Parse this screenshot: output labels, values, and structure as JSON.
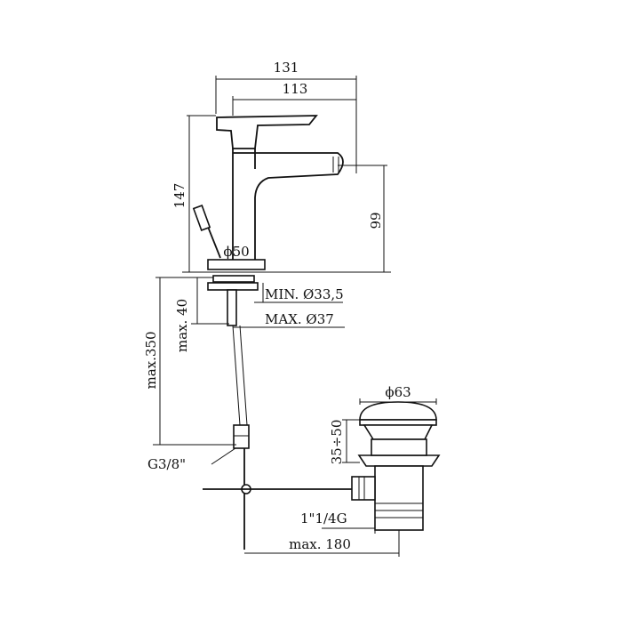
{
  "dimensions": {
    "overall_width": "131",
    "spout_reach": "113",
    "height": "147",
    "spout_height": "99",
    "base_diameter": "ϕ50",
    "hole_min": "MIN. Ø33,5",
    "hole_max": "MAX. Ø37",
    "deck_thickness": "max. 40",
    "hose_length": "max.350",
    "connection": "G3/8\"",
    "waste_diameter": "ϕ63",
    "waste_thickness": "35÷50",
    "waste_thread": "1\"1/4G",
    "rod_length": "max. 180"
  }
}
